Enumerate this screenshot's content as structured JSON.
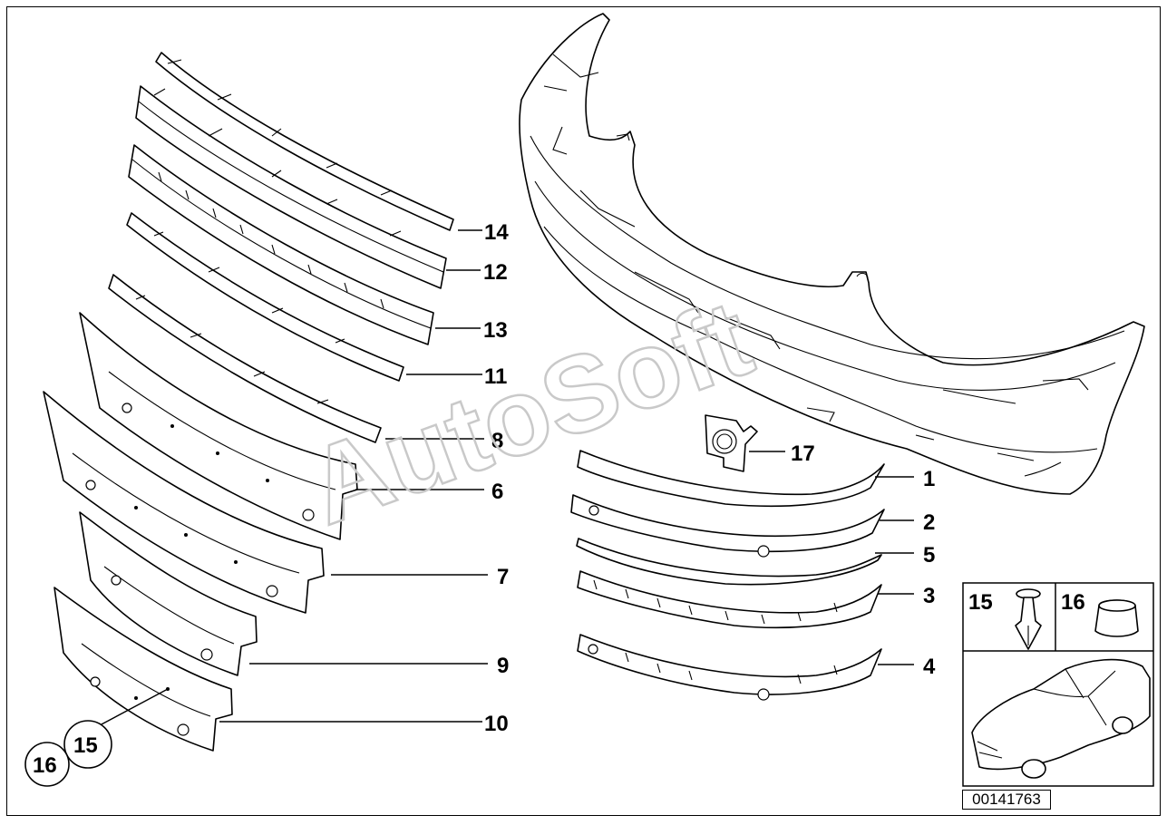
{
  "diagram": {
    "watermark": "AutoSoft",
    "callouts": {
      "p14": "14",
      "p12": "12",
      "p13": "13",
      "p11": "11",
      "p8": "8",
      "p6": "6",
      "p7": "7",
      "p9": "9",
      "p10": "10",
      "p17": "17",
      "p1": "1",
      "p2": "2",
      "p5": "5",
      "p3": "3",
      "p4": "4",
      "circle15": "15",
      "circle16": "16"
    },
    "inset": {
      "clip_label": "15",
      "cap_label": "16",
      "diagram_code": "00141763"
    }
  }
}
